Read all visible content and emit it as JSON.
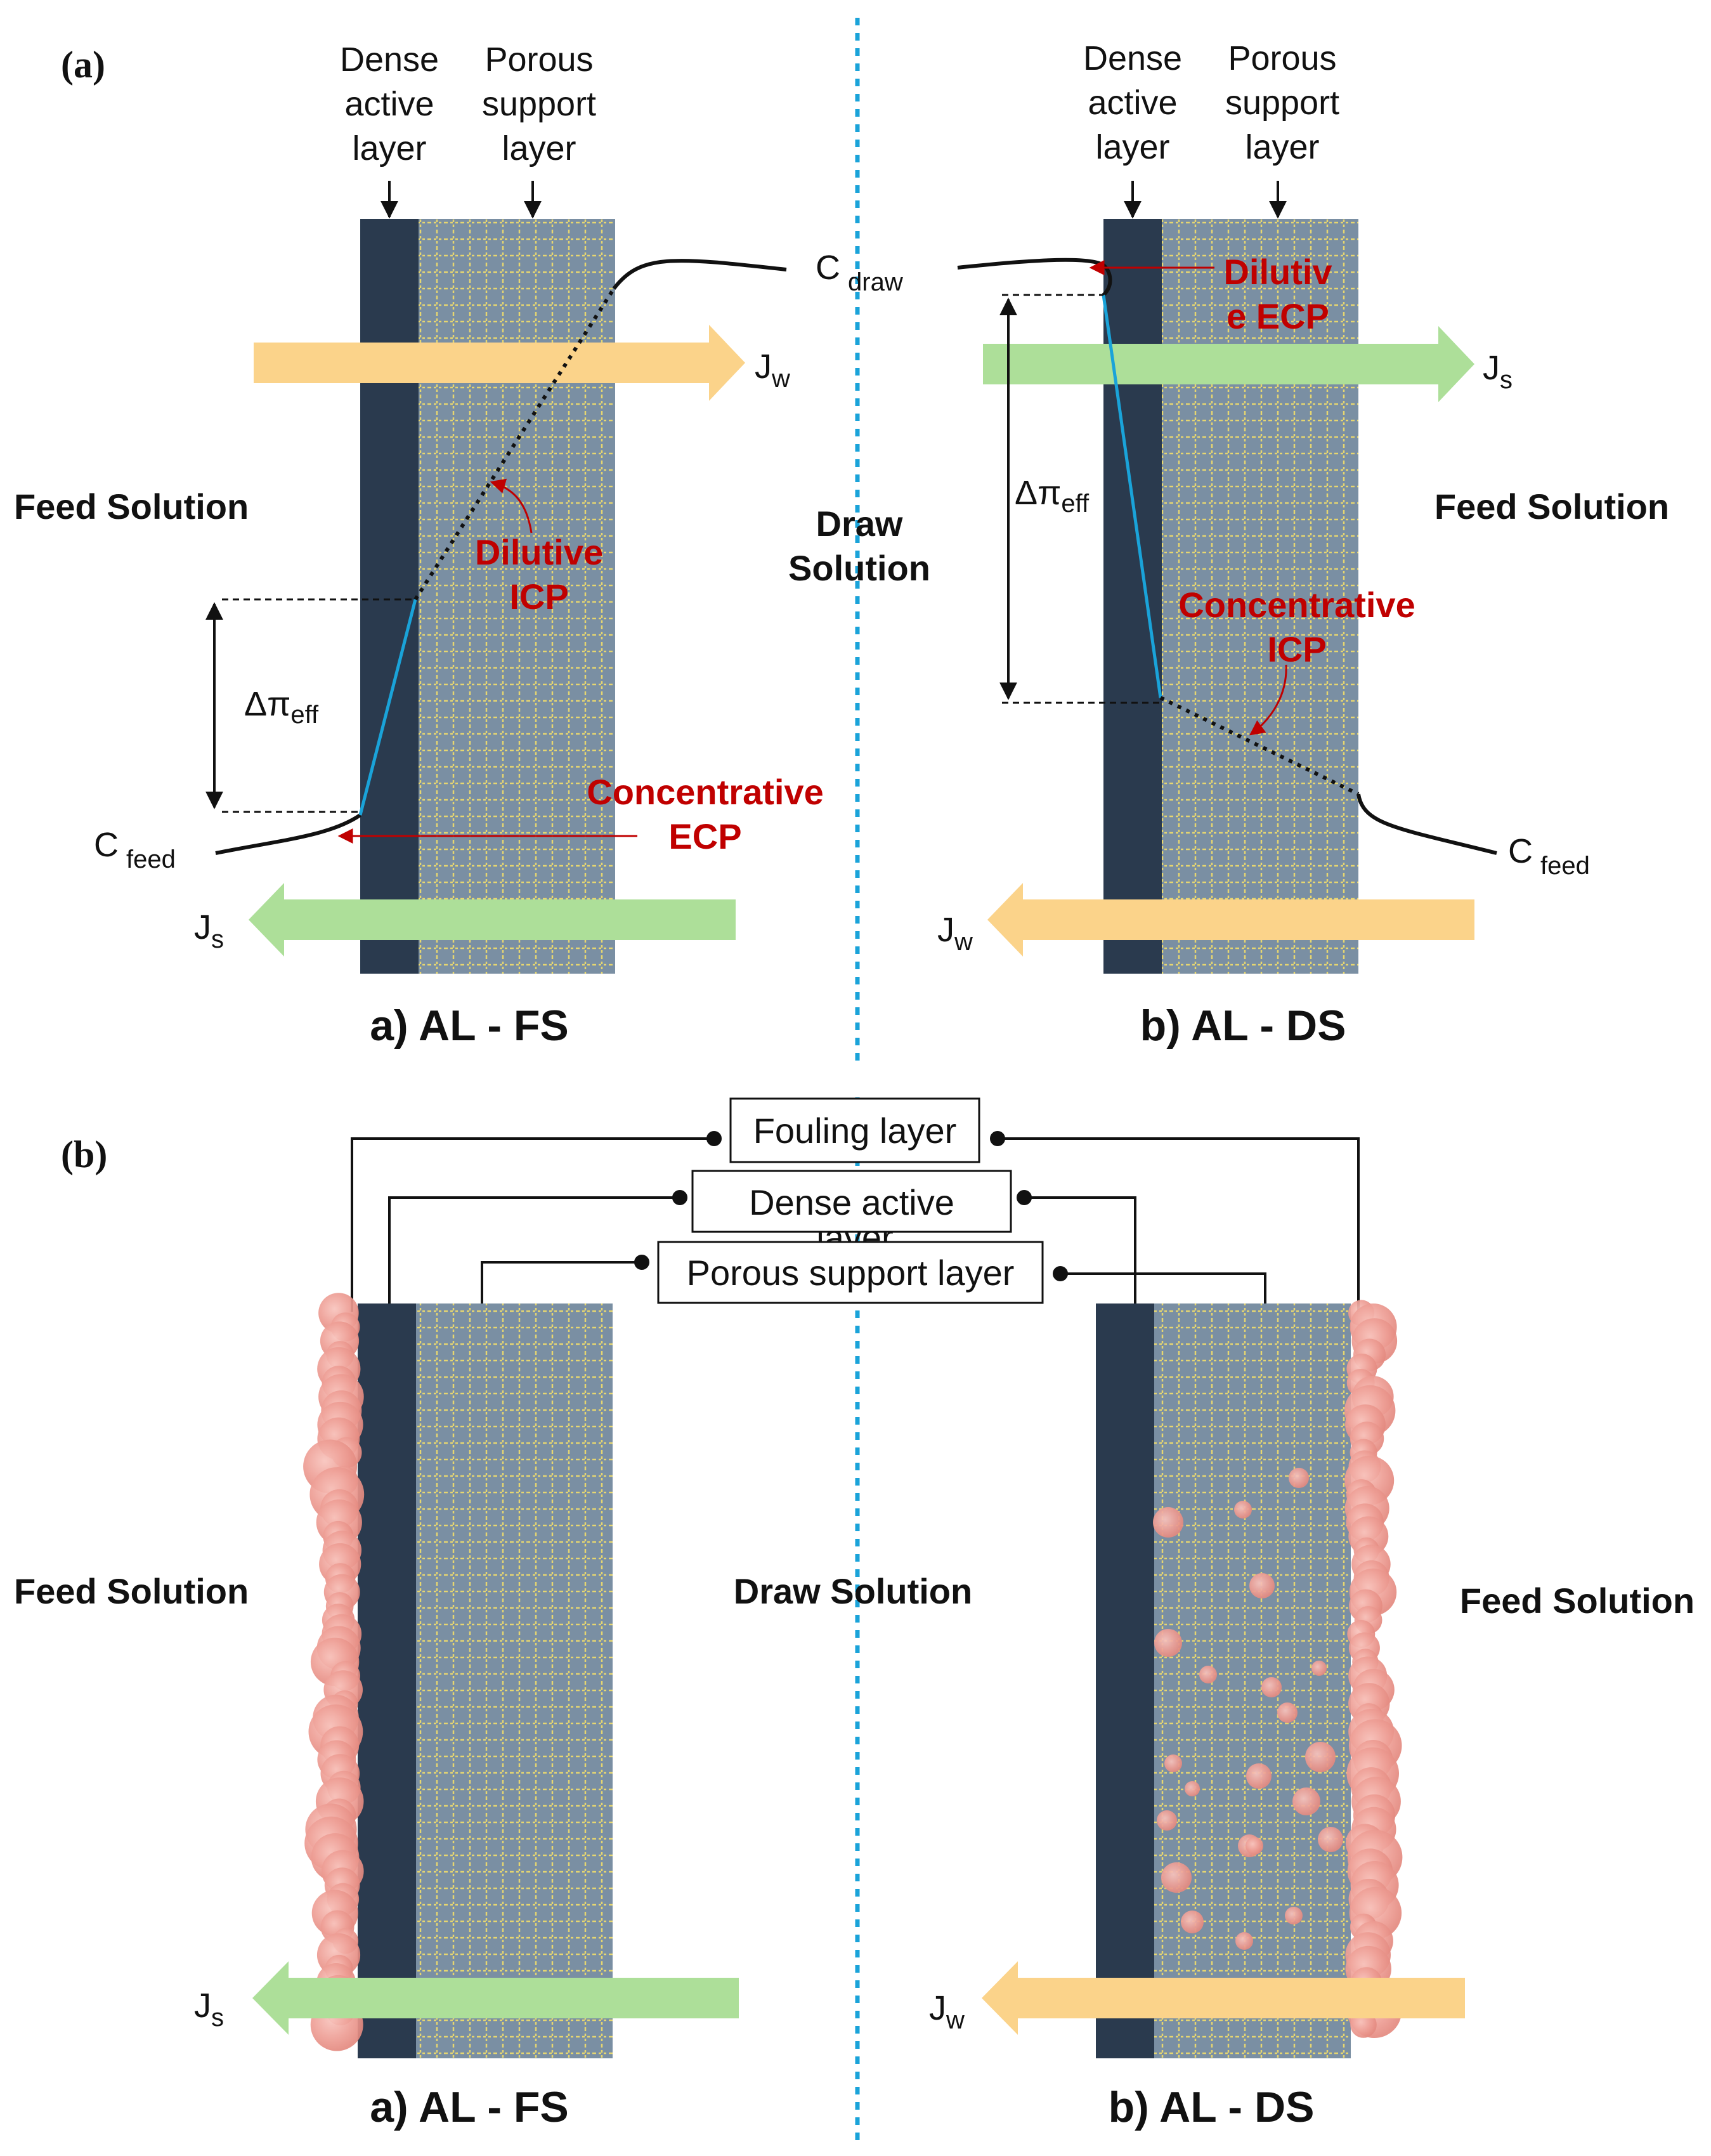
{
  "panels": {
    "a": "(a)",
    "b": "(b)"
  },
  "layer_labels": {
    "dense": [
      "Dense",
      "active",
      "layer"
    ],
    "porous": [
      "Porous",
      "support",
      "layer"
    ]
  },
  "solutions": {
    "feed": "Feed Solution",
    "draw_line1": "Draw",
    "draw_line2": "Solution",
    "draw_full": "Draw Solution"
  },
  "fluxes": {
    "J": "J",
    "w": "w",
    "s": "s"
  },
  "concentrations": {
    "C": "C",
    "draw": "draw",
    "feed": "feed"
  },
  "delta_pi": {
    "symbol": "Δπ",
    "sub": "eff"
  },
  "annotations": {
    "dilutive_icp": [
      "Dilutive",
      "ICP"
    ],
    "concentrative_ecp": [
      "Concentrative",
      "ECP"
    ],
    "dilutive_ecp": [
      "Dilutiv",
      "e ECP"
    ],
    "concentrative_icp": [
      "Concentrative",
      "ICP"
    ]
  },
  "captions": {
    "al_fs": "a) AL - FS",
    "al_ds": "b) AL - DS"
  },
  "legend_boxes": {
    "fouling": "Fouling layer",
    "dense": "Dense active",
    "dense_overflow": "layer",
    "porous": "Porous support layer"
  },
  "colors": {
    "dense_layer": "#2a3a4e",
    "porous_layer": "#7a8fa3",
    "porous_grid": "#e6d670",
    "water_flux_arrow": "#fbd38a",
    "solute_flux_arrow": "#addf99",
    "divider": "#1aa3d9",
    "red_text": "#c00000",
    "gradient_line": "#1aa3d9",
    "foulant": "#f0a8a0"
  }
}
